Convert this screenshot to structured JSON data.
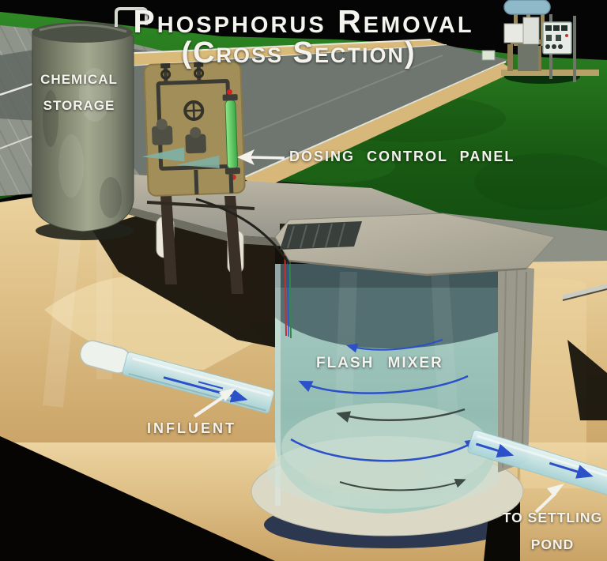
{
  "title": {
    "line1": "Phosphorus Removal",
    "line2": "(Cross Section)"
  },
  "labels": {
    "chemical_storage": {
      "line1": "CHEMICAL",
      "line2": "STORAGE"
    },
    "dosing_control_panel": {
      "text": "DOSING CONTROL PANEL"
    },
    "flash_mixer": {
      "text": "FLASH MIXER"
    },
    "influent": {
      "text": "INFLUENT"
    },
    "to_settling_pond": {
      "line1": "TO SETTLING",
      "line2": "POND"
    }
  },
  "colors": {
    "background": "#050505",
    "grass": "#1f6b17",
    "earth_tan": "#dcc08a",
    "concrete": "#9a998c",
    "tank_water": "#9cc2ba",
    "pipe_blue": "#c3e3e6",
    "flow_arrow_blue": "#2b50c8",
    "panel_board_tan": "#a28e58",
    "calibration_column_green": "#4fc34f",
    "label_text": "#f5f3ee"
  }
}
